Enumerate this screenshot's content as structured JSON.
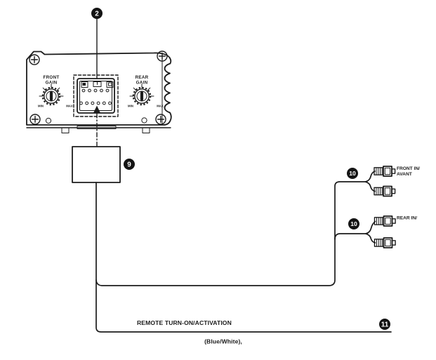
{
  "diagram": {
    "callouts": {
      "connector": "2",
      "harness_plug": "9",
      "front_rca": "10",
      "rear_rca": "10",
      "remote_wire": "11"
    },
    "amplifier": {
      "front_gain": {
        "line1": "FRONT",
        "line2": "GAIN",
        "min": "MIN",
        "max": "MAX"
      },
      "rear_gain": {
        "line1": "REAR",
        "line2": "GAIN",
        "min": "MIN",
        "max": "MAX"
      }
    },
    "wires": {
      "front_in_label_en": "FRONT IN/",
      "front_in_label_fr": "AVANT",
      "rear_in_label_en": "REAR IN/",
      "remote_label": "REMOTE TURN-ON/ACTIVATION",
      "remote_color": "(Blue/White),"
    },
    "colors": {
      "line": "#1c1c1c",
      "background": "#ffffff",
      "callout_fill": "#141414",
      "callout_text": "#ffffff"
    }
  }
}
